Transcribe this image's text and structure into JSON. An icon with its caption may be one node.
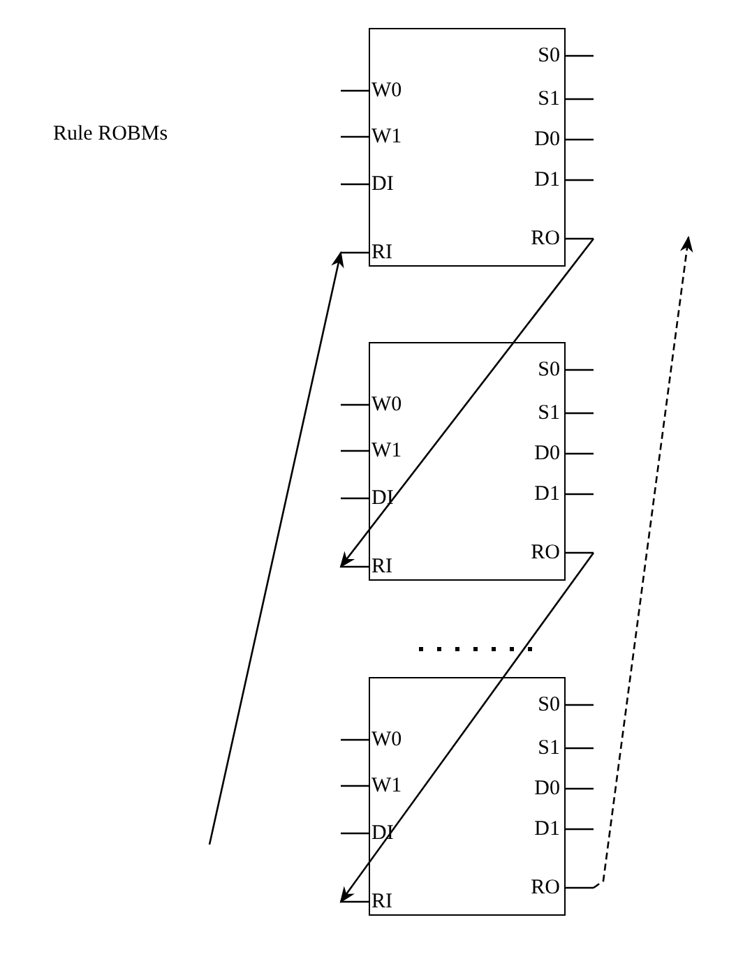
{
  "diagram": {
    "nodes": [
      {
        "text": [
          "W0",
          "W1",
          "DI",
          "RI",
          "S0",
          "S1",
          "D0",
          "D1",
          "RO"
        ]
      },
      {
        "text": [
          "W0",
          "W1",
          "DI",
          "RI",
          "S0",
          "S1",
          "D0",
          "D1",
          "RO"
        ]
      },
      {
        "text": [
          "W0",
          "W1",
          "DI",
          "RI",
          "S0",
          "S1",
          "D0",
          "D1",
          "RO"
        ]
      }
    ],
    "edges": [
      {
        "from": null,
        "to": 0,
        "arrow": "to"
      },
      {
        "from": 0,
        "to": 1,
        "arrow": "to"
      },
      {
        "from": 1,
        "to": 2,
        "arrow": "to"
      },
      {
        "from": 2,
        "to": null,
        "arrow": "to",
        "style": "dashed"
      }
    ],
    "labels": [
      "Rule ROBMs"
    ]
  }
}
